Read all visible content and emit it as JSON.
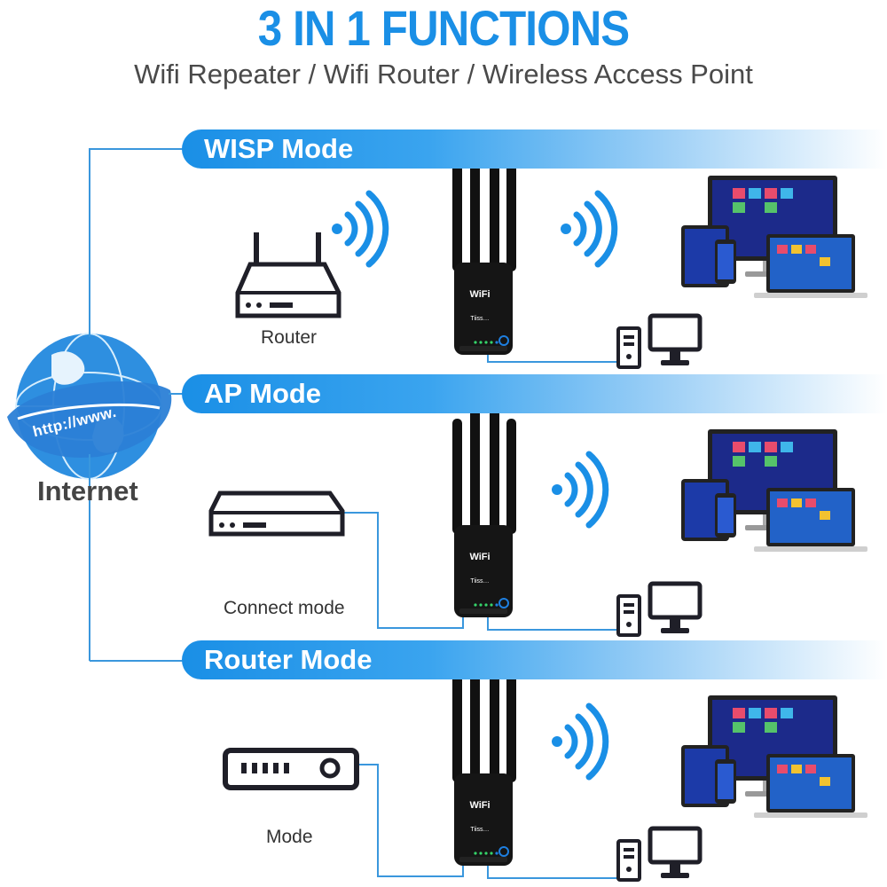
{
  "header": {
    "title": "3 IN 1 FUNCTIONS",
    "subtitle": "Wifi Repeater / Wifi Router / Wireless Access Point"
  },
  "internet": {
    "label": "Internet",
    "url_text": "http://www."
  },
  "modes": [
    {
      "name": "WISP Mode",
      "source_label": "Router"
    },
    {
      "name": "AP Mode",
      "source_label": "Connect mode"
    },
    {
      "name": "Router Mode",
      "source_label": "Mode"
    }
  ],
  "device": {
    "logo_text": "WiFi",
    "brand_text": "Tiiss…"
  },
  "colors": {
    "accent": "#1a8fe6",
    "line": "#3a97dd",
    "device": "#111111",
    "icon": "#1f1f28"
  }
}
